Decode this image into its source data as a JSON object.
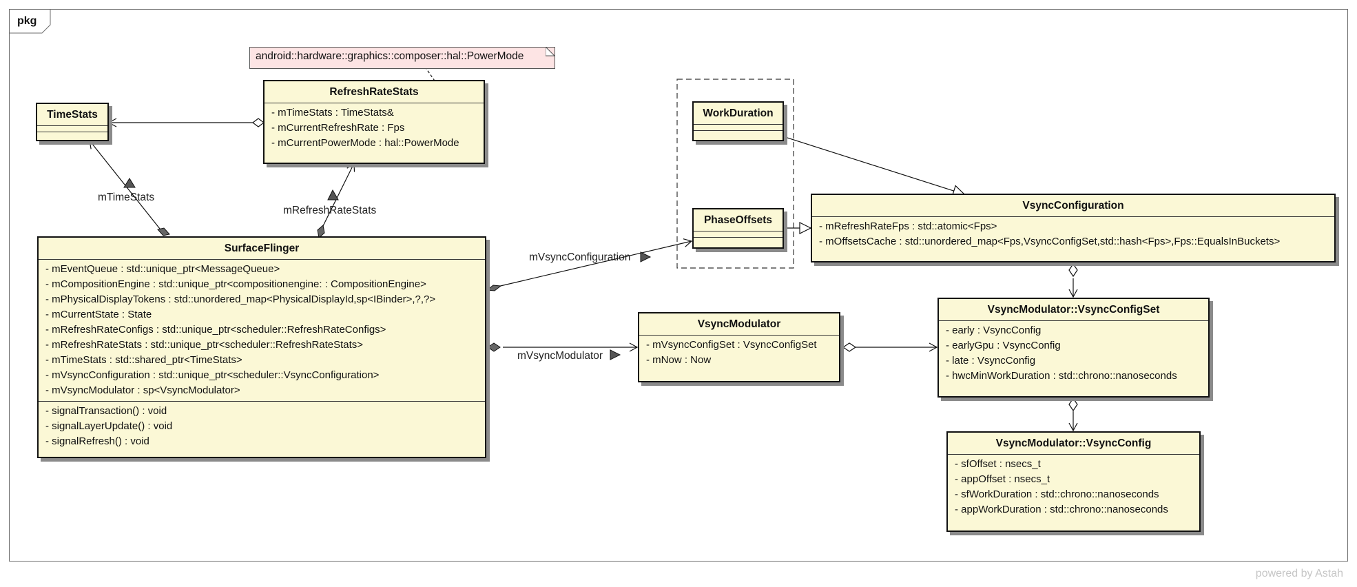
{
  "package": "pkg",
  "note": "android::hardware::graphics::composer::hal::PowerMode",
  "classes": {
    "time_stats": {
      "name": "TimeStats"
    },
    "refresh_rate_stats": {
      "name": "RefreshRateStats",
      "attributes": [
        "- mTimeStats : TimeStats&",
        "- mCurrentRefreshRate : Fps",
        "- mCurrentPowerMode : hal::PowerMode"
      ]
    },
    "surface_flinger": {
      "name": "SurfaceFlinger",
      "attributes": [
        "- mEventQueue : std::unique_ptr<MessageQueue>",
        "- mCompositionEngine : std::unique_ptr<compositionengine: : CompositionEngine>",
        "- mPhysicalDisplayTokens : std::unordered_map<PhysicalDisplayId,sp<IBinder>,?,?>",
        "- mCurrentState : State",
        "- mRefreshRateConfigs : std::unique_ptr<scheduler::RefreshRateConfigs>",
        "- mRefreshRateStats : std::unique_ptr<scheduler::RefreshRateStats>",
        "- mTimeStats : std::shared_ptr<TimeStats>",
        "- mVsyncConfiguration : std::unique_ptr<scheduler::VsyncConfiguration>",
        "- mVsyncModulator : sp<VsyncModulator>"
      ],
      "operations": [
        "- signalTransaction() : void",
        "- signalLayerUpdate() : void",
        "- signalRefresh() : void"
      ]
    },
    "work_duration": {
      "name": "WorkDuration"
    },
    "phase_offsets": {
      "name": "PhaseOffsets"
    },
    "vsync_configuration": {
      "name": "VsyncConfiguration",
      "attributes": [
        "- mRefreshRateFps : std::atomic<Fps>",
        "- mOffsetsCache : std::unordered_map<Fps,VsyncConfigSet,std::hash<Fps>,Fps::EqualsInBuckets>"
      ]
    },
    "vsync_modulator": {
      "name": "VsyncModulator",
      "attributes": [
        "- mVsyncConfigSet : VsyncConfigSet",
        "- mNow : Now"
      ]
    },
    "vsync_config_set": {
      "name": "VsyncModulator::VsyncConfigSet",
      "attributes": [
        "- early : VsyncConfig",
        "- earlyGpu : VsyncConfig",
        "- late : VsyncConfig",
        "- hwcMinWorkDuration : std::chrono::nanoseconds"
      ]
    },
    "vsync_config": {
      "name": "VsyncModulator::VsyncConfig",
      "attributes": [
        "- sfOffset : nsecs_t",
        "- appOffset : nsecs_t",
        "- sfWorkDuration : std::chrono::nanoseconds",
        "- appWorkDuration : std::chrono::nanoseconds"
      ]
    }
  },
  "associations": {
    "m_time_stats": "mTimeStats",
    "m_refresh_rate_stats": "mRefreshRateStats",
    "m_vsync_configuration": "mVsyncConfiguration",
    "m_vsync_modulator": "mVsyncModulator"
  },
  "watermark": "powered by Astah"
}
